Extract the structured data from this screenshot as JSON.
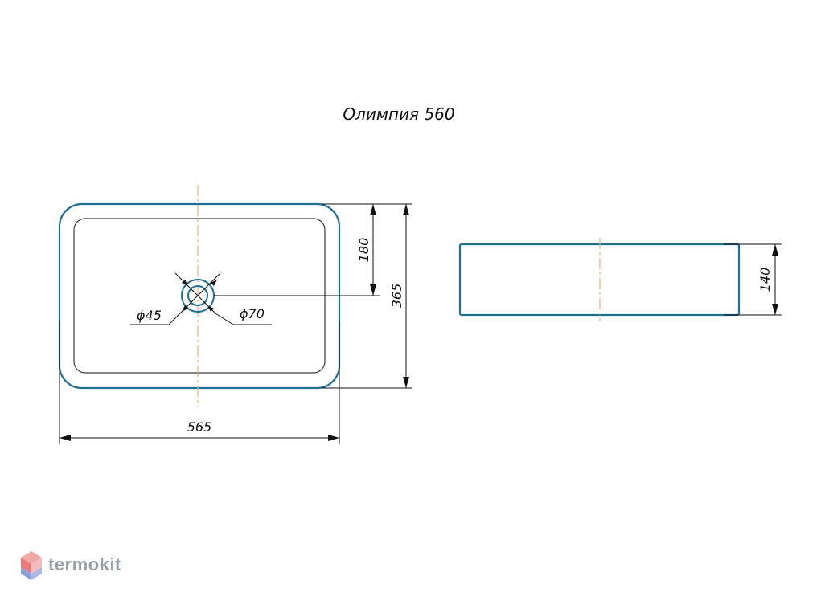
{
  "title": "Олимпия 560",
  "dimensions": {
    "width": "565",
    "height": "365",
    "drain_offset": "180",
    "depth": "140",
    "drain_inner": "ϕ45",
    "drain_outer": "ϕ70"
  },
  "brand": {
    "name": "termokit",
    "colors": {
      "outline": "#1f6f95",
      "axis": "#e8b070",
      "logo_text": "#9aa0a8"
    }
  }
}
